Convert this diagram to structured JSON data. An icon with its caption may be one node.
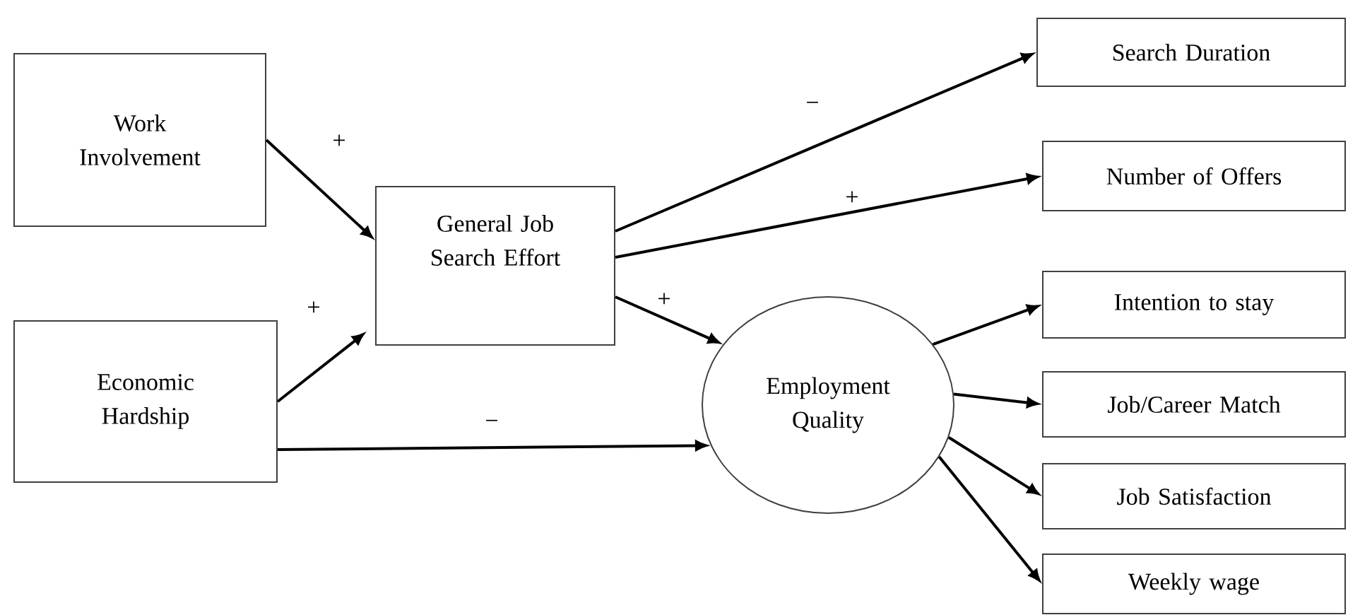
{
  "diagram": {
    "nodes": [
      {
        "text": [
          "Work Involvement"
        ]
      },
      {
        "text": [
          "Economic Hardship"
        ]
      },
      {
        "text": [
          "General Job Search Effort"
        ]
      },
      {
        "text": [
          "Employment Quality"
        ]
      },
      {
        "text": [
          "Search Duration"
        ]
      },
      {
        "text": [
          "Number of Offers"
        ]
      },
      {
        "text": [
          "Intention to stay"
        ]
      },
      {
        "text": [
          "Job/Career Match"
        ]
      },
      {
        "text": [
          "Job Satisfaction"
        ]
      },
      {
        "text": [
          "Weekly wage"
        ]
      }
    ],
    "edges": [
      {
        "from": 0,
        "to": 2,
        "arrow": "to",
        "label": "+"
      },
      {
        "from": 1,
        "to": 2,
        "arrow": "to",
        "label": "+"
      },
      {
        "from": 1,
        "to": 3,
        "arrow": "to",
        "label": "−"
      },
      {
        "from": 2,
        "to": 4,
        "arrow": "to",
        "label": "−"
      },
      {
        "from": 2,
        "to": 5,
        "arrow": "to",
        "label": "+"
      },
      {
        "from": 2,
        "to": 3,
        "arrow": "to",
        "label": "+"
      },
      {
        "from": 3,
        "to": 6,
        "arrow": "to"
      },
      {
        "from": 3,
        "to": 7,
        "arrow": "to"
      },
      {
        "from": 3,
        "to": 8,
        "arrow": "to"
      },
      {
        "from": 3,
        "to": 9,
        "arrow": "to"
      }
    ]
  }
}
